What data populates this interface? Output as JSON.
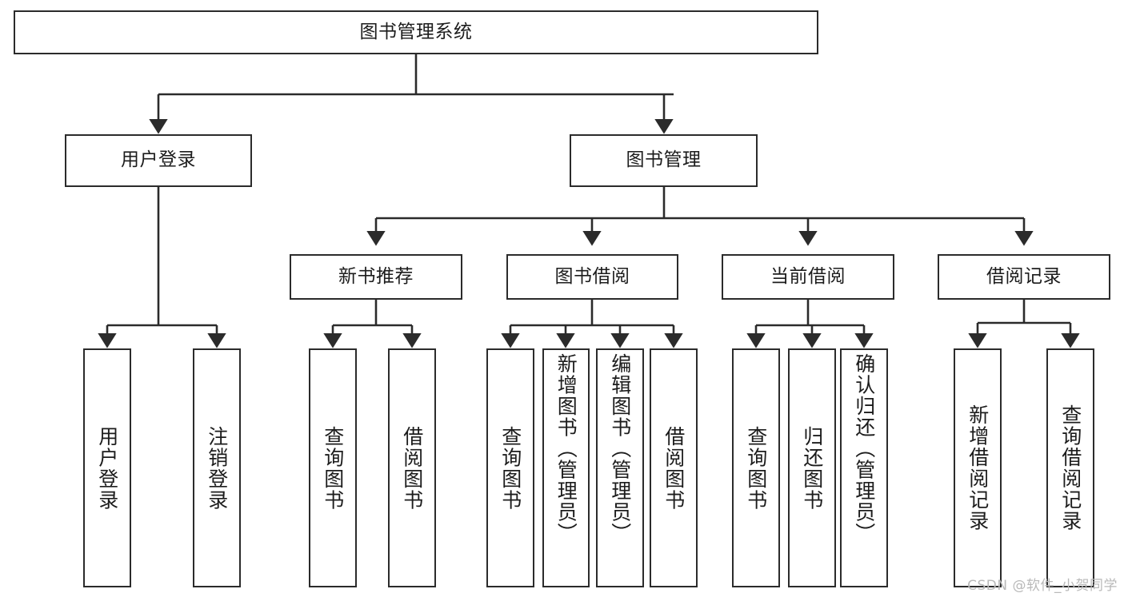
{
  "diagram": {
    "type": "hierarchy-tree",
    "title": "图书管理系统",
    "root": {
      "id": "root",
      "label": "图书管理系统"
    },
    "level2": [
      {
        "id": "user-login",
        "label": "用户登录"
      },
      {
        "id": "book-manage",
        "label": "图书管理"
      }
    ],
    "level3": [
      {
        "id": "new-book-recommend",
        "label": "新书推荐",
        "parent": "book-manage"
      },
      {
        "id": "book-borrow",
        "label": "图书借阅",
        "parent": "book-manage"
      },
      {
        "id": "current-borrow",
        "label": "当前借阅",
        "parent": "book-manage"
      },
      {
        "id": "borrow-record",
        "label": "借阅记录",
        "parent": "book-manage"
      }
    ],
    "leaves": {
      "user-login": [
        {
          "id": "leaf-user-login",
          "label": "用户登录"
        },
        {
          "id": "leaf-logout",
          "label": "注销登录"
        }
      ],
      "new-book-recommend": [
        {
          "id": "leaf-query-book-1",
          "label": "查询图书"
        },
        {
          "id": "leaf-borrow-book-1",
          "label": "借阅图书"
        }
      ],
      "book-borrow": [
        {
          "id": "leaf-query-book-2",
          "label": "查询图书"
        },
        {
          "id": "leaf-add-book",
          "label": "新增图书（管理员）"
        },
        {
          "id": "leaf-edit-book",
          "label": "编辑图书（管理员）"
        },
        {
          "id": "leaf-borrow-book-2",
          "label": "借阅图书"
        }
      ],
      "current-borrow": [
        {
          "id": "leaf-query-book-3",
          "label": "查询图书"
        },
        {
          "id": "leaf-return-book",
          "label": "归还图书"
        },
        {
          "id": "leaf-confirm-return",
          "label": "确认归还（管理员）"
        }
      ],
      "borrow-record": [
        {
          "id": "leaf-add-record",
          "label": "新增借阅记录"
        },
        {
          "id": "leaf-query-record",
          "label": "查询借阅记录"
        }
      ]
    }
  },
  "watermark": {
    "text": "CSDN @软件_小贺同学"
  },
  "colors": {
    "stroke": "#2b2b2b",
    "fill": "#ffffff",
    "text": "#1c1c1c",
    "watermark": "#b9b9b9"
  }
}
